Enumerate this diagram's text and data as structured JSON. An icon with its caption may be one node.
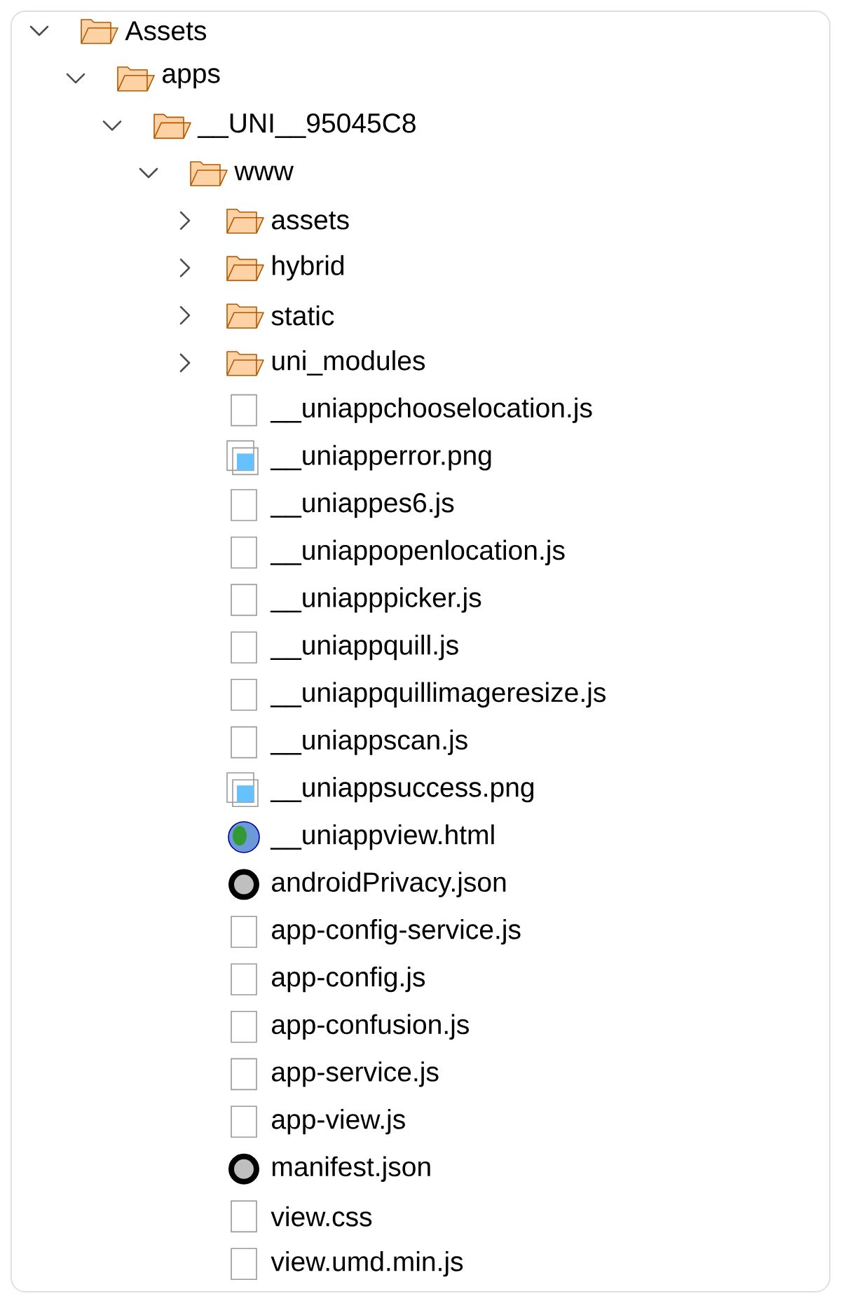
{
  "diagram": {
    "labels": [
      "Assets",
      "apps",
      "__UNI__95045C8",
      "www",
      "assets",
      "hybrid",
      "static",
      "uni_modules",
      "__uniappchooselocation.js",
      "__uniapperror.png",
      "__uniappes6.js",
      "__uniappopenlocation.js",
      "__uniapppicker.js",
      "__uniappquill.js",
      "__uniappquillimageresize.js",
      "__uniappscan.js",
      "__uniappsuccess.png",
      "__uniappview.html",
      "androidPrivacy.json",
      "app-config-service.js",
      "app-config.js",
      "app-confusion.js",
      "app-service.js",
      "app-view.js",
      "manifest.json",
      "view.css",
      "view.umd.min.js"
    ]
  }
}
